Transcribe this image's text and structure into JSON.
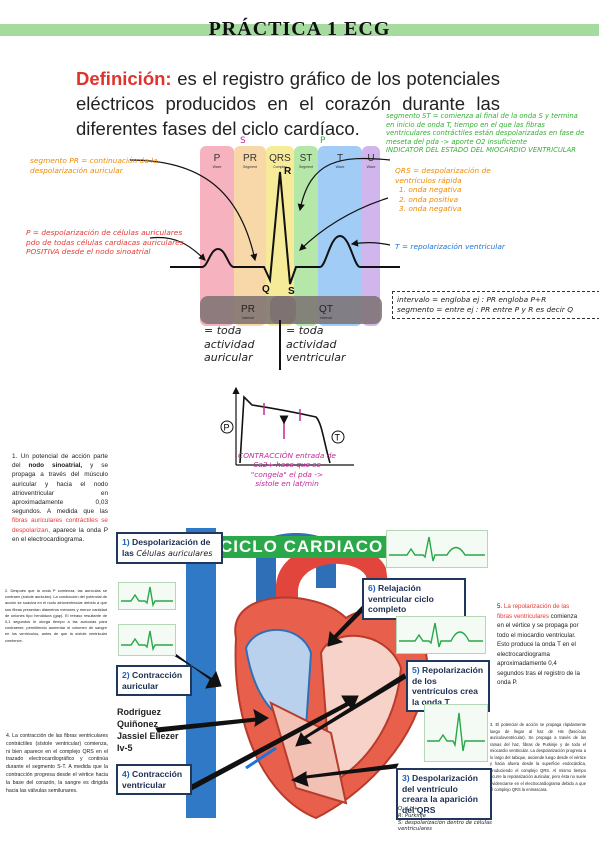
{
  "title": "PRÁCTICA 1 ECG",
  "definition": {
    "label": "Definición:",
    "text": " es el registro gráfico de los potenciales eléctricos producidos en el corazón durante las diferentes fases del ciclo cardíaco."
  },
  "ecg_diagram": {
    "segments": [
      {
        "label": "P",
        "sub": "Wave"
      },
      {
        "label": "PR",
        "sub": "Segment"
      },
      {
        "label": "QRS",
        "sub": "Complex"
      },
      {
        "label": "ST",
        "sub": "Segment"
      },
      {
        "label": "T",
        "sub": "Wave"
      },
      {
        "label": "U",
        "sub": "Wave"
      }
    ],
    "intervals": [
      {
        "label": "PR",
        "sub": "Interval"
      },
      {
        "label": "QT",
        "sub": "Interval"
      }
    ],
    "wave_letters": {
      "R": "R",
      "Q": "Q",
      "S": "S",
      "S_top": "S",
      "P_top": "P"
    },
    "colors": {
      "P": "#f4a6b4",
      "PR": "#f7d19a",
      "QRS": "#f5e887",
      "ST": "#a8e39a",
      "T": "#8fc3f3",
      "U": "#c9a8ea",
      "interval": "#7b7171"
    }
  },
  "annotations": {
    "pr_segment": "segmento PR = continuación de la despolarización auricular",
    "p_wave": "P = despolarización de células auriculares pdo de todas células cardiacas auriculares POSITIVA desde el nodo sinoatrial",
    "st_segment": "segmento ST = comienza al final de la onda S y termina en inicio de onda T, tiempo en el que las fibras ventriculares contráctiles están despolarizadas en fase de meseta del pda -> aporte O2 insuficiente",
    "st_indicator": "INDICATOR DEL ESTADO DEL MIOCARDIO VENTRICULAR",
    "qrs_title": "QRS = despolarización de ventrículos rápida",
    "qrs_items": [
      "1. onda negativa",
      "2. onda positiva",
      "3. onda negativa"
    ],
    "t_wave": "T = repolarización ventricular",
    "interval_def": "intervalo = engloba ej : PR engloba P+R",
    "segment_def": "segmento = entre ej : PR entre P y R es decir Q",
    "atrial_activity": "= toda actividad auricular",
    "ventricular_activity": "= toda actividad ventricular"
  },
  "action_potential": {
    "p_marker": "P",
    "t_marker": "T",
    "caption": "CONTRACCIÓN entrada de Ca2+ hace que se \"congela\" el pda -> sístole en lat/min"
  },
  "side_notes": {
    "n1": {
      "num": "1.",
      "pre": "Un potencial de acción parte del ",
      "bold": "nodo sinoatrial,",
      "mid": " y se propaga a través del músculo auricular y hacia el nodo atrioventricular en aproximadamente 0,03 segundos. A medida que las ",
      "red": "fibras auriculares contráctiles se despolarizan,",
      "post": " aparece la onda P en el electrocardiograma."
    },
    "n2": {
      "num": "2.",
      "text": "Después que la onda P comienza, las aurículas se contraen (sístole auricular). La conducción del potencial de acción se suaviza en el nodo atrioventricular debido a que sus fibras presentan diámetros menores y menor cantidad de uniones tipo hendidura (gap). El retraso resultante de 0,1 segundos le otorga tiempo a las aurículas para contraerse, permitiendo aumentar el volumen de sangre en los ventrículos, antes de que la sístole ventricular comience."
    },
    "n4": {
      "num": "4.",
      "text": "La contracción de las fibras ventriculares contráctiles (sístole ventricular) comienza, ni bien aparece en el complejo QRS en el trazado electrocardiográfico y continúa durante el segmento S-T. A medida que la contracción progresa desde el vértice hacia la base del corazón, la sangre es dirigida hacia las válvulas semilunares."
    },
    "n5": {
      "num": "5.",
      "red": "La repolarización de las fibras ventriculares",
      "text": " comienza en el vértice y se propaga por todo el miocardio ventricular. Esto produce la onda T en el electrocardiograma aproximadamente 0,4 segundos tras el registro de la onda P."
    },
    "n3": {
      "num": "3.",
      "text": "El potencial de acción se propaga rápidamente luego de llegar al haz de His (fascículo auriculoventricular). Se propaga a través de las ramas del haz, fibras de Purkinje y de todo el miocardio ventricular. La despolarización progresa a lo largo del tabique, asciende luego desde el vértice y hacia afuera desde la superficie endocárdica, produciendo el complejo QRS. Al mismo tiempo ocurre la repolarización auricular, pero ésta no suele evidenciarse en el electrocardiograma debido a que el complejo QRS la enmascara."
    }
  },
  "poster": {
    "title": "CICLO CARDIACO",
    "card1": {
      "num": "1)",
      "label": "Despolarización de las",
      "hand": "Células auriculares"
    },
    "card2": {
      "num": "2)",
      "label": "Contracción auricular"
    },
    "card3": {
      "num": "3)",
      "label": "Despolarización del ventrículo creara la aparición del QRS"
    },
    "card4": {
      "num": "4)",
      "label": "Contracción ventricular"
    },
    "card5": {
      "num": "5)",
      "label": "Repolarización de los ventrículos crea la onda T"
    },
    "card6": {
      "num": "6)",
      "label": "Relajación ventricular ciclo completo"
    },
    "authors": [
      "Rodriguez",
      "Quiñonez",
      "Jassiel Eliezer",
      "Iv-5"
    ],
    "legend": [
      "Q: ↓H+",
      "R: Purkinje",
      "S: despolarización dentro de células ventriculares"
    ]
  }
}
